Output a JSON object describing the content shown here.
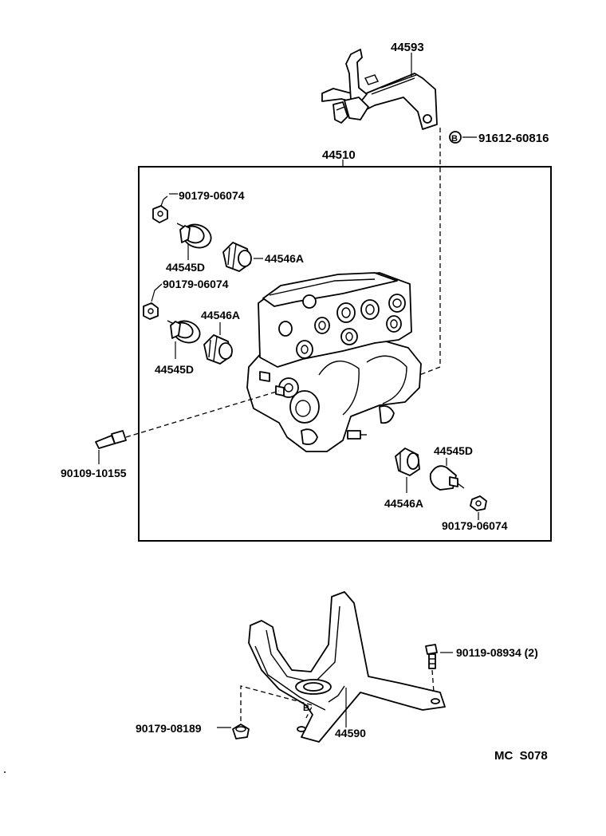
{
  "labels": {
    "bracket": "44593",
    "bracket_bolt": "91612-60816",
    "bolt_marker": "B",
    "actuator_assy": "44510",
    "nut_top": "90179-06074",
    "cushion_d_top": "44545D",
    "cushion_a_top": "44546A",
    "nut_mid": "90179-06074",
    "cushion_a_mid": "44546A",
    "cushion_d_mid": "44545D",
    "union_bolt": "90109-10155",
    "cushion_d_right": "44545D",
    "cushion_a_right": "44546A",
    "nut_right": "90179-06074",
    "base_bolt": "90119-08934 (2)",
    "base_bracket": "44590",
    "base_nut": "90179-08189",
    "base_marker": "B",
    "catalog_code": "MC  S078"
  }
}
